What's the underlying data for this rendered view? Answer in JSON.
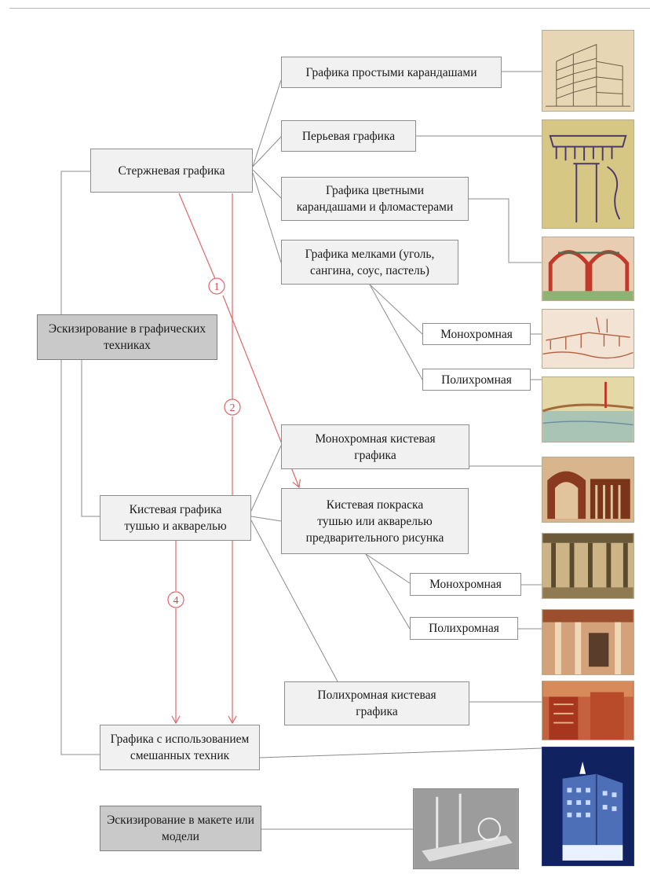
{
  "nodes": {
    "root_graphic": "Эскизирование в графических\nтехниках",
    "rod_graphics": "Стержневая графика",
    "brush_graphics": "Кистевая графика\nтушью и акварелью",
    "mixed_techniques": "Графика с использованием\nсмешанных техник",
    "model_sketching": "Эскизирование в макете или\nмодели",
    "pencil_graphics": "Графика  простыми карандашами",
    "pen_graphics": "Перьевая  графика",
    "color_pencil_graphics": "Графика цветными\nкарандашами и фломастерами",
    "chalk_graphics": "Графика мелками (уголь,\nсангина, соус, пастель)",
    "chalk_mono": "Монохромная",
    "chalk_poly": "Полихромная",
    "mono_brush": "Монохромная кистевая\nграфика",
    "brush_coloring": "Кистевая покраска\nтушью или акварелью\nпредварительного рисунка",
    "coloring_mono": "Монохромная",
    "coloring_poly": "Полихромная",
    "poly_brush": "Полихромная кистевая\nграфика"
  },
  "arrow_badges": [
    "1",
    "2",
    "4"
  ],
  "colors": {
    "connector": "#8c8c8c",
    "arrow": "#e06666",
    "node_fill": "#f1f1f1",
    "node_dark_fill": "#c9c9c9"
  },
  "thumbnails": [
    "pencil-building-sketch",
    "pen-column-sketch",
    "color-arches-drawing",
    "mono-bridge-sketch",
    "poly-bridge-sketch",
    "mono-brush-station",
    "mono-colonnade",
    "poly-interior-hall",
    "poly-brush-city",
    "night-building-render",
    "model-photo"
  ]
}
